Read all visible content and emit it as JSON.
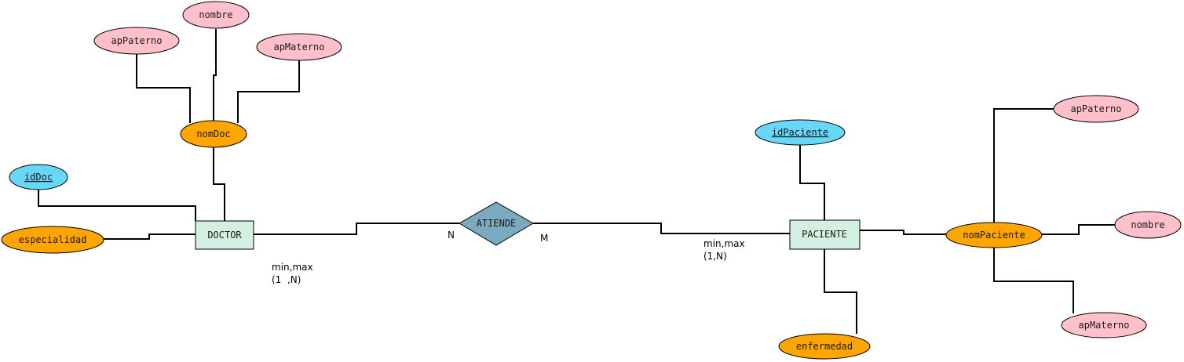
{
  "colors": {
    "entity_fill": "#d4f0e2",
    "relation_fill": "#7aaabf",
    "key_fill": "#66d7f6",
    "composite_fill": "#ffa500",
    "simple_fill": "#ffc0cb",
    "stroke": "#000000"
  },
  "entities": {
    "doctor": "DOCTOR",
    "paciente": "PACIENTE"
  },
  "relationship": "ATIENDE",
  "attributes": {
    "doctor_key": "idDoc",
    "doctor_especialidad": "especialidad",
    "doctor_nombre_compuesto": "nomDoc",
    "doctor_apPaterno": "apPaterno",
    "doctor_nombre": "nombre",
    "doctor_apMaterno": "apMaterno",
    "paciente_key": "idPaciente",
    "paciente_enfermedad": "enfermedad",
    "paciente_nombre_compuesto": "nomPaciente",
    "paciente_apPaterno": "apPaterno",
    "paciente_nombre": "nombre",
    "paciente_apMaterno": "apMaterno"
  },
  "cardinality": {
    "doctor_side": "N",
    "paciente_side": "M",
    "doctor_minmax_label": "min,max",
    "doctor_minmax_value": "(1  ,N)",
    "paciente_minmax_label": "min,max",
    "paciente_minmax_value": "(1,N)"
  }
}
